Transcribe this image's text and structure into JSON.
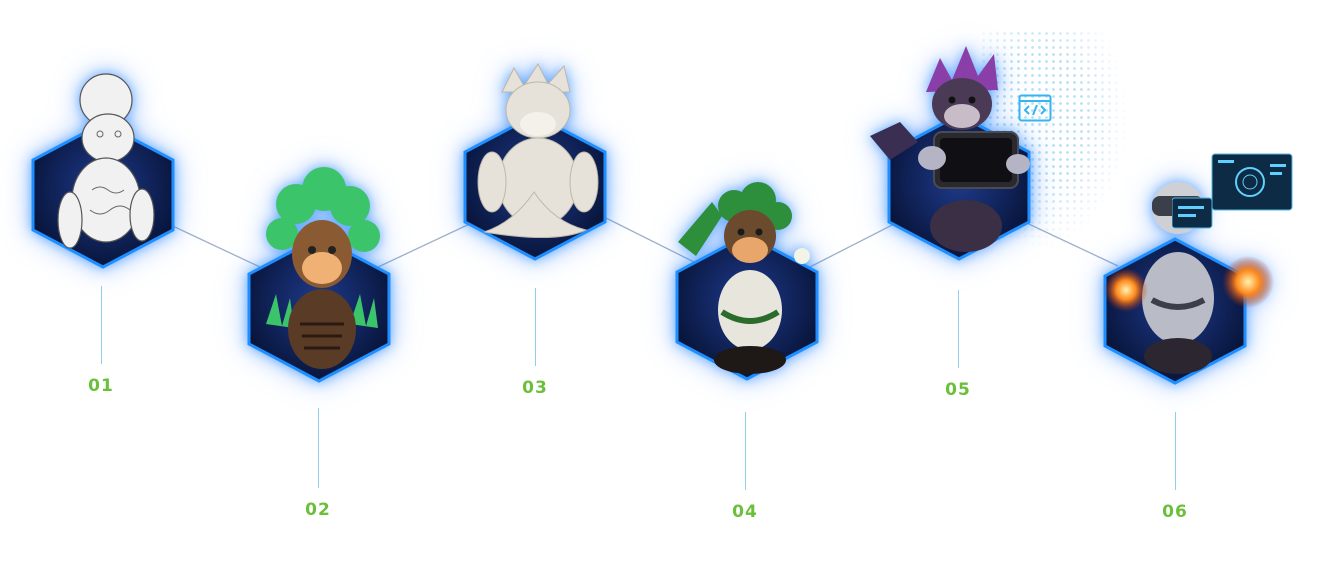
{
  "colors": {
    "step_number": "#6cbf3a",
    "hex_border": "#1f8fff",
    "hex_fill": "#0a1740",
    "connector": "#9fb0c8",
    "accent_cyan": "#3fb6ee"
  },
  "steps": [
    {
      "number": "01",
      "title": "",
      "icon": "sketch-monkey-icon"
    },
    {
      "number": "02",
      "title": "",
      "icon": "green-monkey-icon"
    },
    {
      "number": "03",
      "title": "",
      "icon": "white-sculpt-monkey-icon"
    },
    {
      "number": "04",
      "title": "",
      "icon": "textured-monkey-icon"
    },
    {
      "number": "05",
      "title": "",
      "icon": "tablet-monkey-icon"
    },
    {
      "number": "06",
      "title": "",
      "icon": "vr-monkey-icon"
    }
  ]
}
